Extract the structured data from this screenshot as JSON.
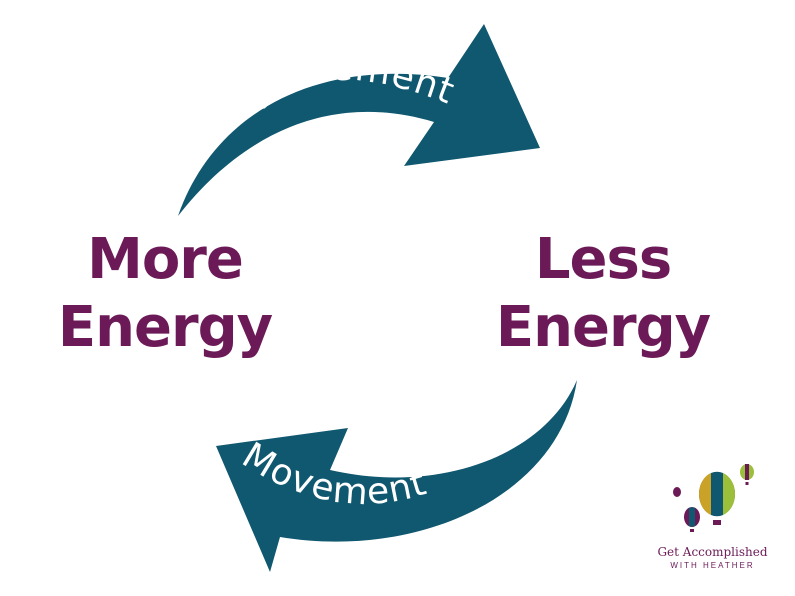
{
  "colors": {
    "arrow": "#10586f",
    "label": "#6b1a57",
    "arrow_text": "#ffffff"
  },
  "nodes": {
    "left": {
      "line1": "More",
      "line2": "Energy"
    },
    "right": {
      "line1": "Less",
      "line2": "Energy"
    }
  },
  "arrows": {
    "top": {
      "label": "Movement"
    },
    "bottom": {
      "label": "Movement"
    }
  },
  "brand": {
    "name": "Get Accomplished",
    "sub": "WITH HEATHER",
    "icon": "hot-air-balloons-icon"
  }
}
